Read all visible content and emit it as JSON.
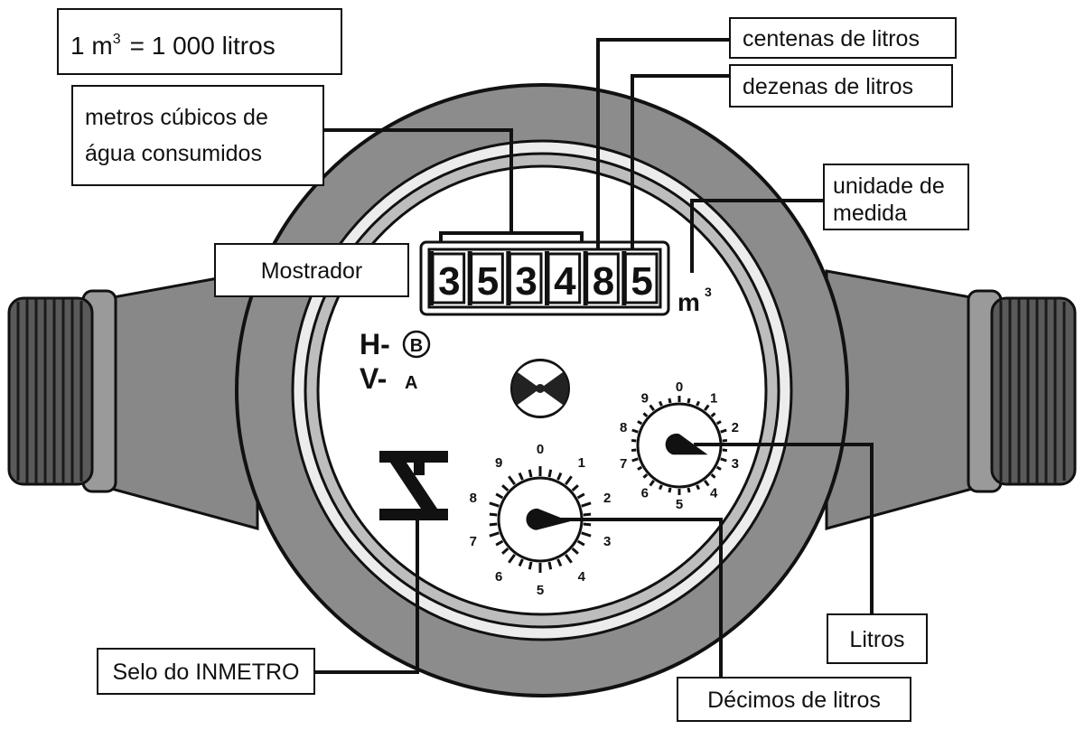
{
  "equivalence": {
    "prefix": "1 m",
    "exp": "3",
    "suffix": "= 1 000 litros"
  },
  "labels": {
    "metros_cubicos": [
      "metros cúbicos de",
      "água consumidos"
    ],
    "centenas": "centenas de litros",
    "dezenas": "dezenas de litros",
    "unidade": [
      "unidade de",
      "medida"
    ],
    "mostrador": "Mostrador",
    "litros": "Litros",
    "decimos": "Décimos de litros",
    "selo": "Selo do INMETRO"
  },
  "odometer": {
    "digits": [
      "3",
      "5",
      "3",
      "4",
      "8",
      "5"
    ]
  },
  "unit": {
    "base": "m",
    "exp": "3"
  },
  "class_marks": {
    "h": "H-",
    "h_circle": "B",
    "v": "V-",
    "v_class": "A"
  },
  "dials": {
    "numbers": [
      "0",
      "1",
      "2",
      "3",
      "4",
      "5",
      "6",
      "7",
      "8",
      "9"
    ],
    "litros_pointer": 3.0,
    "decimos_pointer": 2.6
  },
  "colors": {
    "body": "#8a8a8a",
    "ring": "#9c9c9c",
    "face": "#ffffff",
    "ink": "#111111"
  },
  "icons": [
    "flow-direction-icon",
    "inmetro-seal-icon"
  ]
}
